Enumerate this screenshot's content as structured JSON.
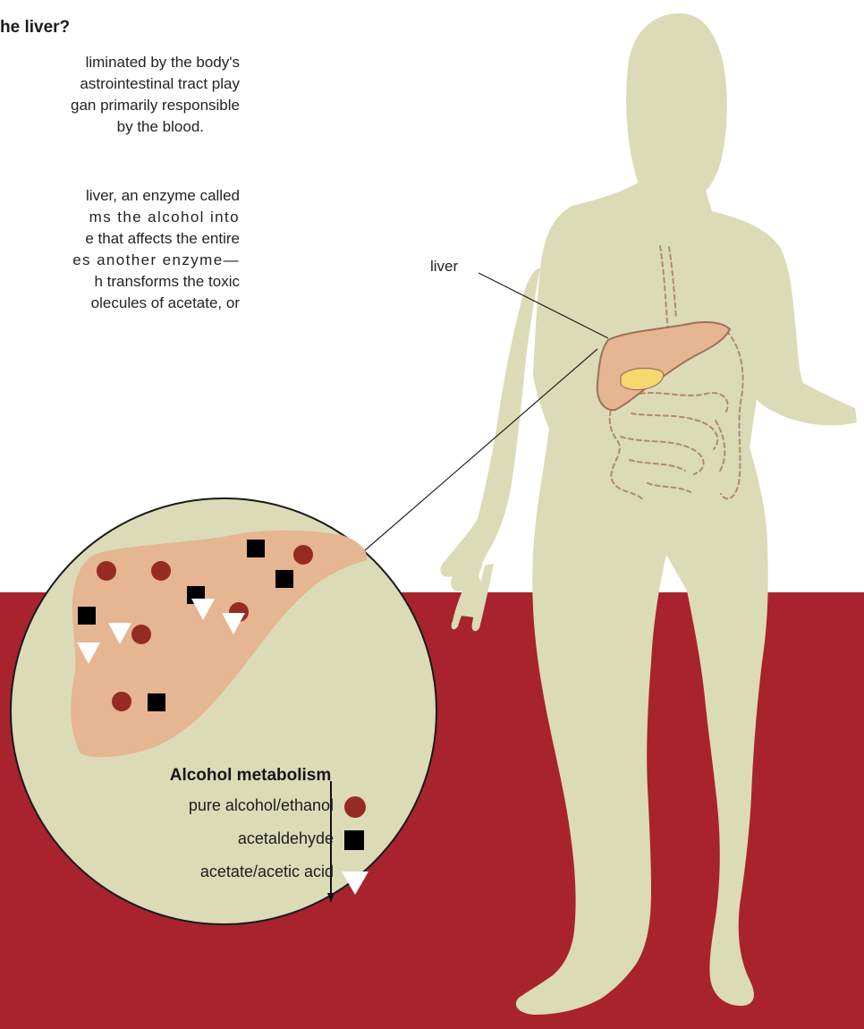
{
  "section": {
    "heading": "he liver?",
    "paragraph1": [
      "liminated by the body's",
      "astrointestinal tract play",
      "gan primarily responsible",
      "by the blood."
    ],
    "paragraph2": [
      "liver, an enzyme called",
      "ms the alcohol into",
      "e that affects the entire",
      "es another enzyme—",
      "h transforms the toxic",
      "olecules of acetate, or"
    ]
  },
  "figure": {
    "liver_label": "liver",
    "colors": {
      "background_band": "#a8232e",
      "body": "#dbdbb7",
      "liver": "#e6b592",
      "liver_outline": "#a0705c",
      "gallbladder": "#f5d86e",
      "ethanol": "#962a24",
      "acetaldehyde": "#000000",
      "acetate": "#ffffff"
    },
    "legend": {
      "title": "Alcohol metabolism",
      "items": [
        {
          "label": "pure alcohol/ethanol",
          "symbol": "circle-icon"
        },
        {
          "label": "acetaldehyde",
          "symbol": "square-icon"
        },
        {
          "label": "acetate/acetic acid",
          "symbol": "triangle-icon"
        }
      ]
    }
  }
}
